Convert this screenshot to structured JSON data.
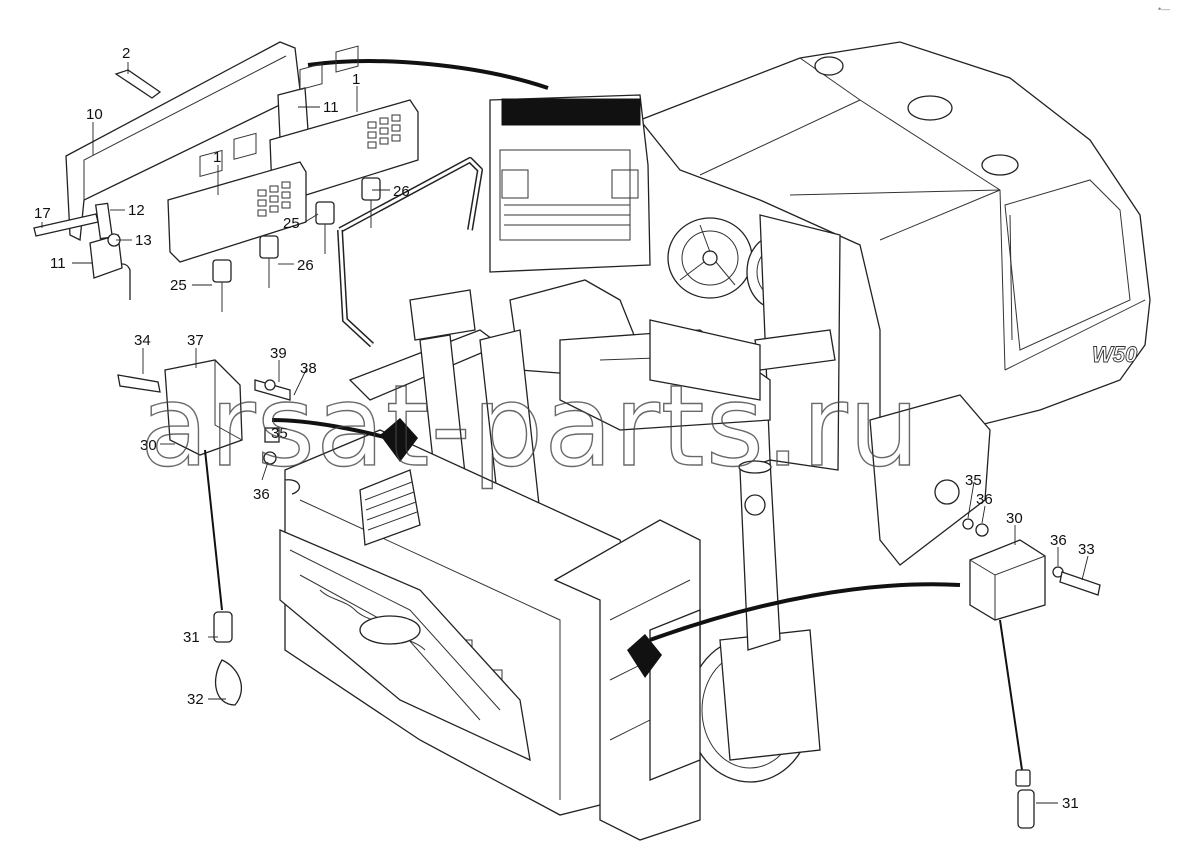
{
  "corner_mark": "•—",
  "watermark": "arsat-parts.ru",
  "callouts": [
    {
      "id": "c2",
      "text": "2"
    },
    {
      "id": "c1a",
      "text": "1"
    },
    {
      "id": "c10",
      "text": "10"
    },
    {
      "id": "c11a",
      "text": "11"
    },
    {
      "id": "c1b",
      "text": "1"
    },
    {
      "id": "c26a",
      "text": "26"
    },
    {
      "id": "c17",
      "text": "17"
    },
    {
      "id": "c12",
      "text": "12"
    },
    {
      "id": "c13",
      "text": "13"
    },
    {
      "id": "c25a",
      "text": "25"
    },
    {
      "id": "c11b",
      "text": "11"
    },
    {
      "id": "c26b",
      "text": "26"
    },
    {
      "id": "c25b",
      "text": "25"
    },
    {
      "id": "c34",
      "text": "34"
    },
    {
      "id": "c37",
      "text": "37"
    },
    {
      "id": "c39",
      "text": "39"
    },
    {
      "id": "c38",
      "text": "38"
    },
    {
      "id": "c30a",
      "text": "30"
    },
    {
      "id": "c35a",
      "text": "35"
    },
    {
      "id": "c36a",
      "text": "36"
    },
    {
      "id": "c31a",
      "text": "31"
    },
    {
      "id": "c32",
      "text": "32"
    },
    {
      "id": "c35b",
      "text": "35"
    },
    {
      "id": "c36b",
      "text": "36"
    },
    {
      "id": "c30b",
      "text": "30"
    },
    {
      "id": "c36c",
      "text": "36"
    },
    {
      "id": "c33",
      "text": "33"
    },
    {
      "id": "c31b",
      "text": "31"
    }
  ],
  "machine_badge": "W50"
}
